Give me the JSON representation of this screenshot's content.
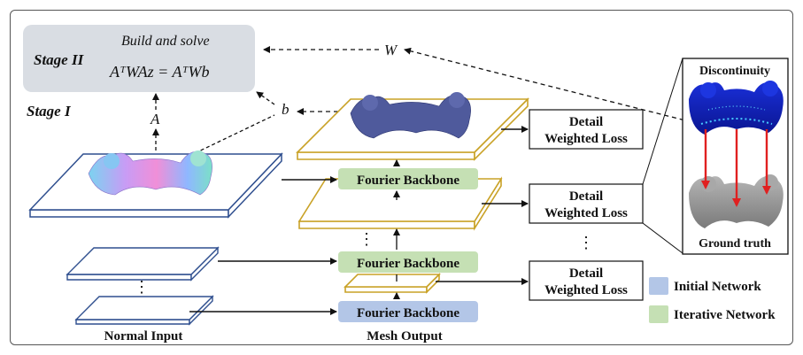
{
  "stage2": {
    "label": "Stage II",
    "build_text": "Build and solve",
    "equation_text": "AᵀWAz = AᵀWb"
  },
  "stage1": {
    "label": "Stage I"
  },
  "symbols": {
    "W": "W",
    "A": "A",
    "b": "b"
  },
  "backbones": [
    "Fourier Backbone",
    "Fourier Backbone",
    "Fourier Backbone"
  ],
  "loss_boxes": [
    [
      "Detail",
      "Weighted Loss"
    ],
    [
      "Detail",
      "Weighted Loss"
    ],
    [
      "Detail",
      "Weighted Loss"
    ]
  ],
  "captions": {
    "normal_input": "Normal Input",
    "mesh_output": "Mesh Output"
  },
  "vertical_ellipsis": "⋮",
  "inset": {
    "top_label": "Discontinuity",
    "bottom_label": "Ground truth"
  },
  "legend": [
    {
      "label": "Initial Network",
      "color": "#b3c6e7"
    },
    {
      "label": "Iterative Network",
      "color": "#c5e0b4"
    }
  ],
  "colors": {
    "stage2_box": "#d9dde3",
    "normal_plate": "#2f4f8f",
    "mesh_plate": "#c9a227",
    "initial_network": "#b3c6e7",
    "iterative_network": "#c5e0b4",
    "correspondence_arrow": "#e02020"
  }
}
